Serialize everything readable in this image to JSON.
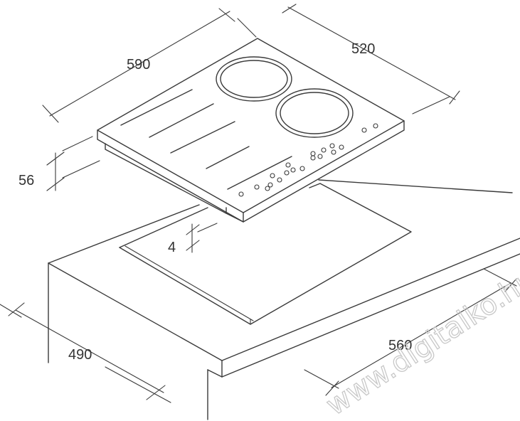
{
  "diagram": {
    "dimensions": {
      "hob_width": "590",
      "hob_depth": "520",
      "hob_height": "56",
      "gap": "4",
      "cutout_depth": "490",
      "cutout_width": "560"
    },
    "watermark": "www.digitalko.hu"
  }
}
